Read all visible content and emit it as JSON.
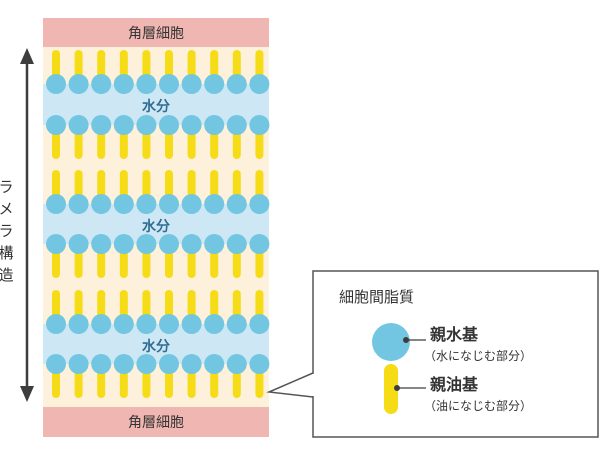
{
  "colors": {
    "corneocyte": "#efb6b2",
    "lipid_band": "#fdf1dc",
    "water": "#cde8f4",
    "head": "#72c6e2",
    "tail": "#f5dc17",
    "arrow": "#3d3d3d",
    "callout_border": "#555555",
    "water_text": "#2f6d92"
  },
  "corneocyte_top": "角層細胞",
  "corneocyte_bottom": "角層細胞",
  "water_labels": [
    "水分",
    "水分",
    "水分"
  ],
  "lamellar_label": [
    "ラ",
    "メ",
    "ラ",
    "構",
    "造"
  ],
  "legend": {
    "title": "細胞間脂質",
    "hydrophilic": {
      "name": "親水基",
      "note": "（水になじむ部分）",
      "icon": "circle-head-icon"
    },
    "lipophilic": {
      "name": "親油基",
      "note": "（油になじむ部分）",
      "icon": "tail-bar-icon"
    }
  }
}
